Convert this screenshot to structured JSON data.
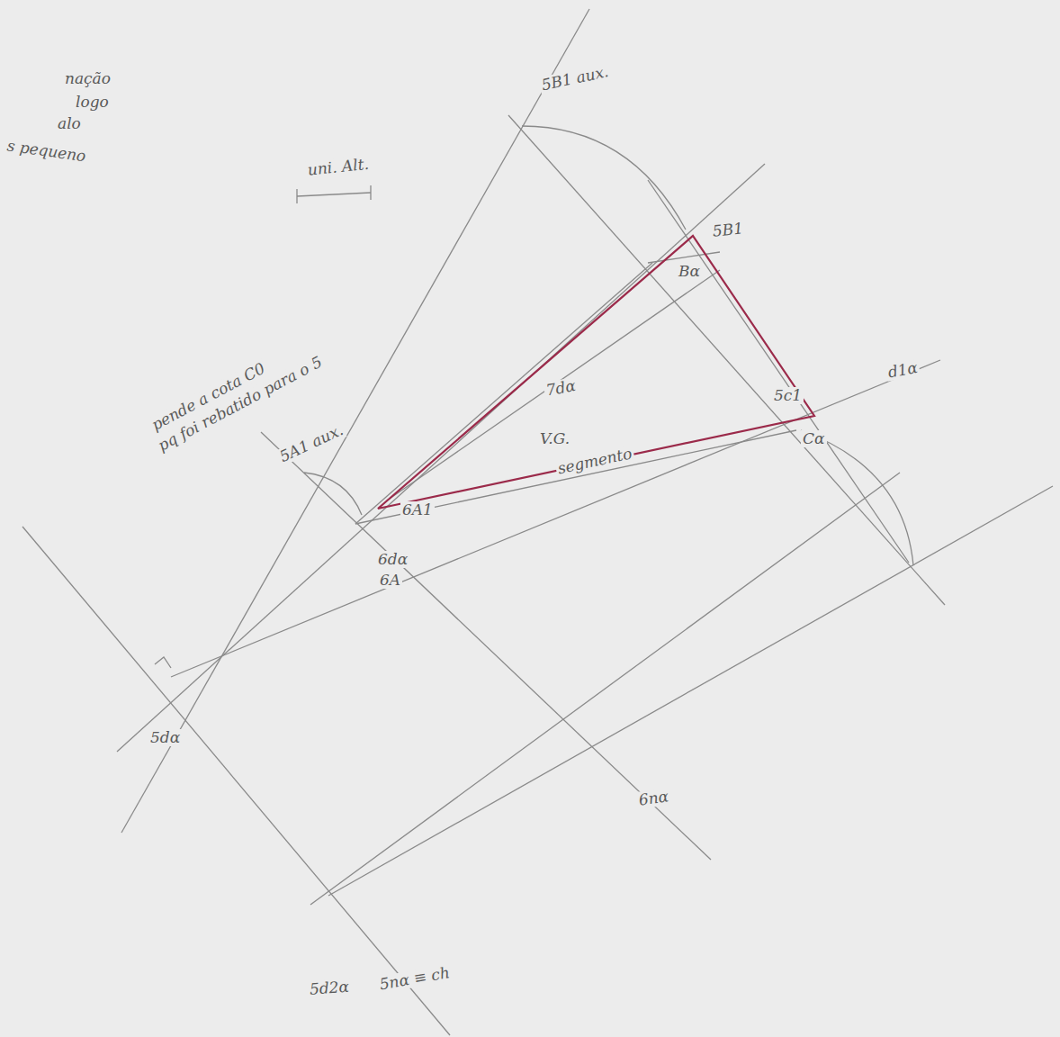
{
  "diagram": {
    "labels": [
      "nação",
      "logo",
      "alo",
      "s pequeno",
      "uni. Alt.",
      "5B1 aux.",
      "5B1",
      "Bα",
      "7dα",
      "V.G.",
      "segmento",
      "5c1",
      "Cα",
      "d1α",
      "pende a cota C0",
      "pq foi rebatido para o 5",
      "5A1 aux.",
      "6A1",
      "6dα",
      "6A",
      "5dα",
      "6nα",
      "5d2α",
      "5nα ≡ ch"
    ]
  }
}
